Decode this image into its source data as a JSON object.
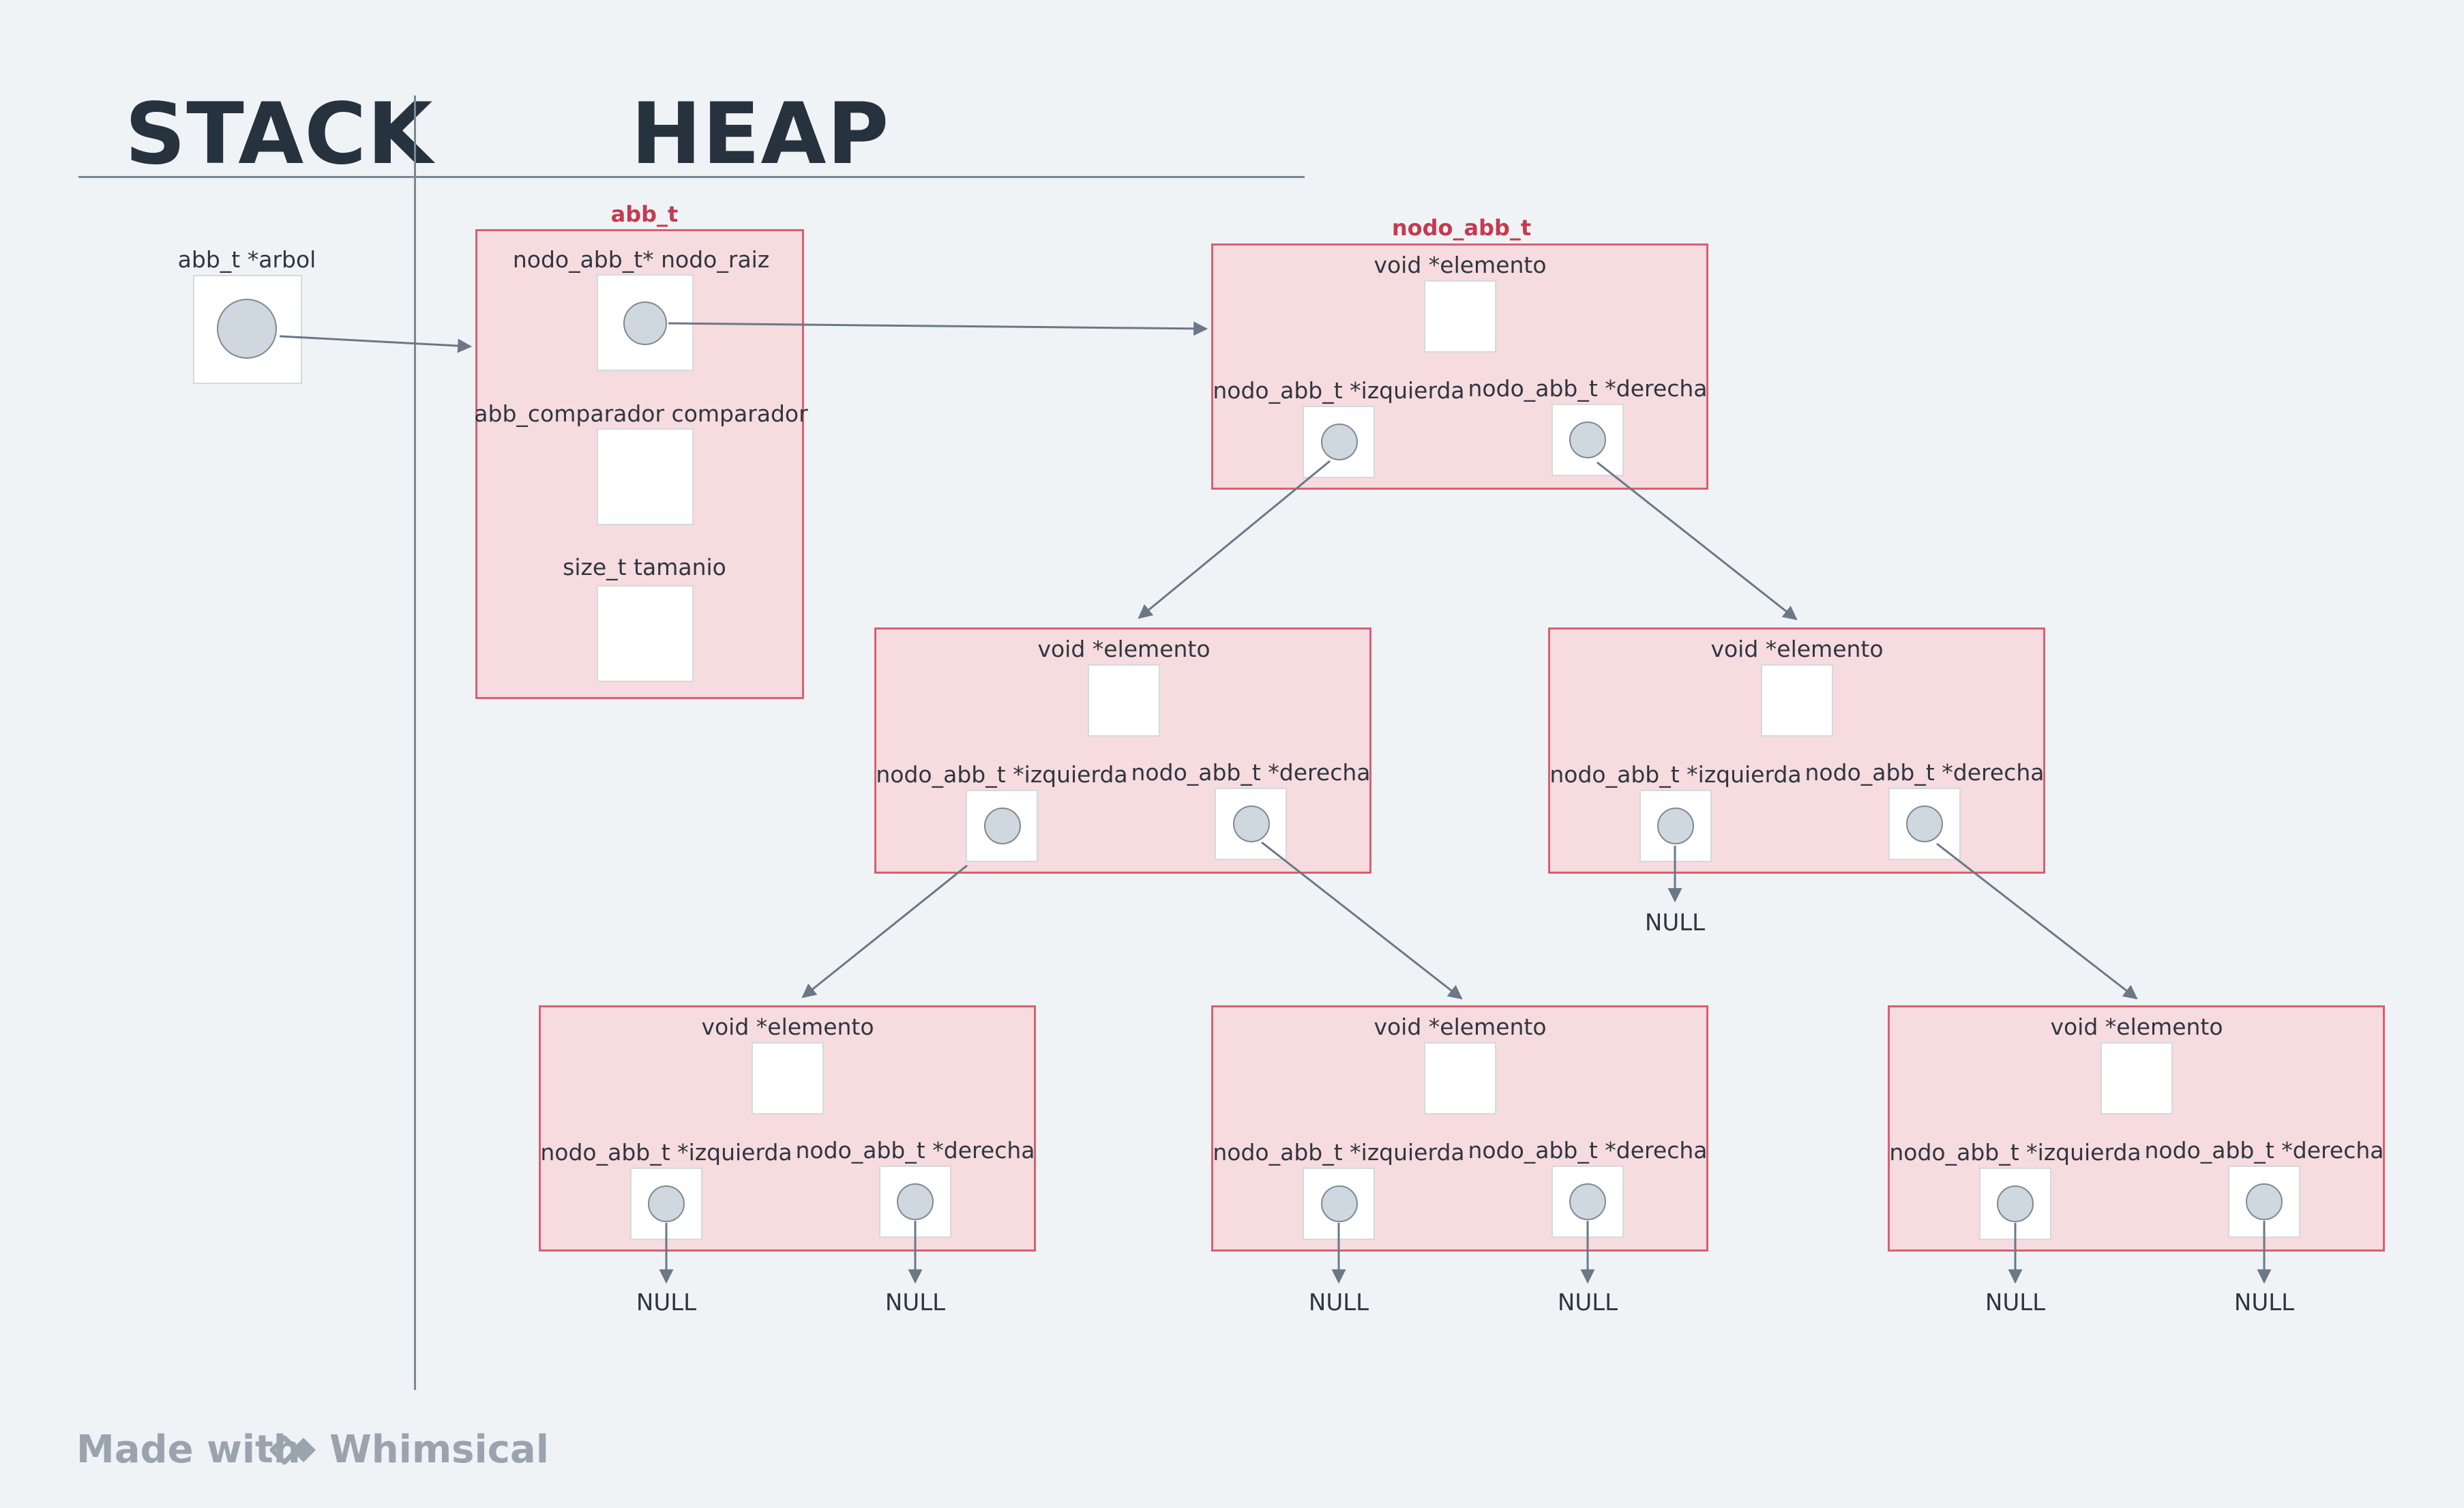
{
  "headings": {
    "stack": "STACK",
    "heap": "HEAP"
  },
  "stack_var": {
    "label": "abb_t *arbol"
  },
  "abb_struct": {
    "title": "abb_t",
    "fields": {
      "root": "nodo_abb_t* nodo_raiz",
      "comparator": "abb_comparador comparador",
      "size": "size_t tamanio"
    }
  },
  "node_type_title": "nodo_abb_t",
  "node_fields": {
    "element": "void *elemento",
    "left": "nodo_abb_t *izquierda",
    "right": "nodo_abb_t *derecha"
  },
  "null_label": "NULL",
  "footer": {
    "made_with": "Made with",
    "brand": "Whimsical"
  },
  "colors": {
    "struct_fill": "#f6dbdf",
    "struct_border": "#d95f6f",
    "title_red": "#c43b50",
    "arrow": "#6b7885"
  }
}
